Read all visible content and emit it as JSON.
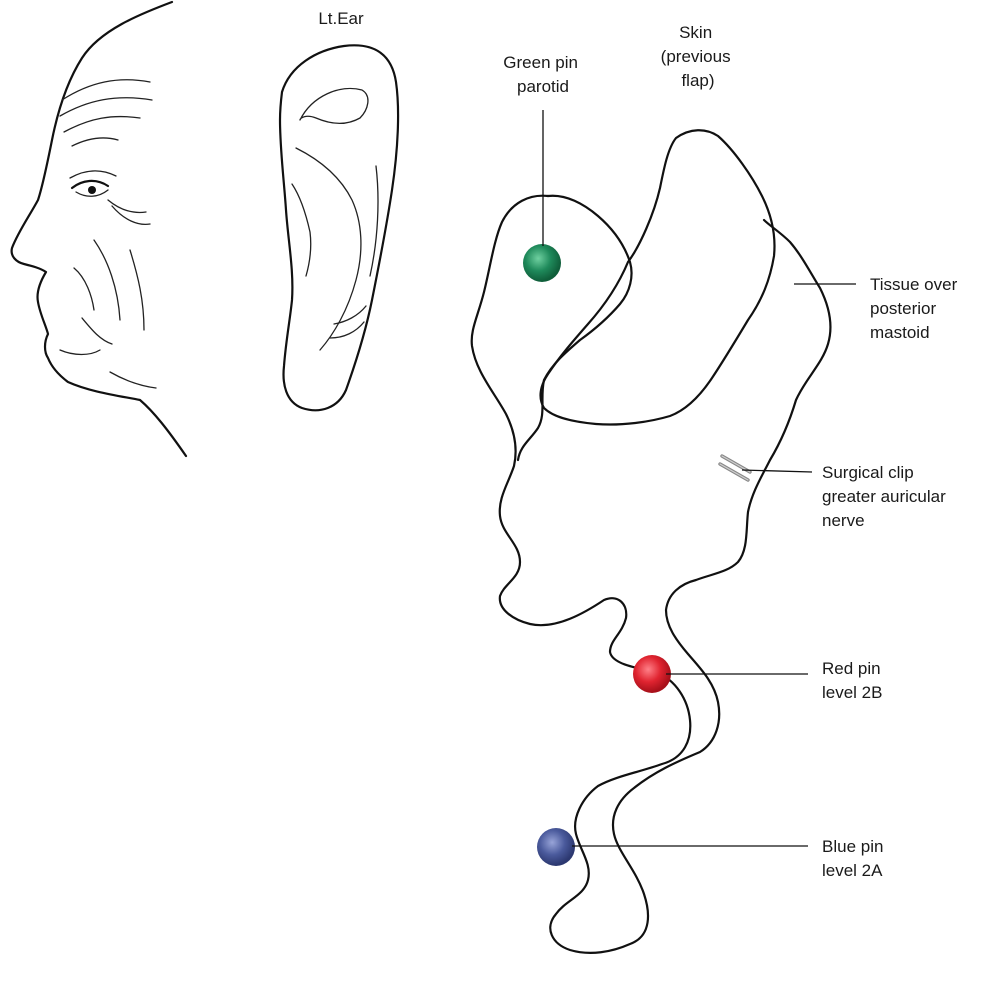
{
  "labels": {
    "ear": "Lt.Ear",
    "skin": [
      "Skin",
      "(previous",
      "flap)"
    ],
    "green_pin": [
      "Green pin",
      "parotid"
    ],
    "tissue": [
      "Tissue over",
      "posterior",
      "mastoid"
    ],
    "clip": [
      "Surgical clip",
      "greater auricular",
      "nerve"
    ],
    "red_pin": [
      "Red pin",
      "level 2B"
    ],
    "blue_pin": [
      "Blue pin",
      "level 2A"
    ]
  },
  "colors": {
    "green_pin": "#1f8a5b",
    "red_pin": "#e02430",
    "blue_pin": "#4a5a9c",
    "ink": "#111111"
  }
}
